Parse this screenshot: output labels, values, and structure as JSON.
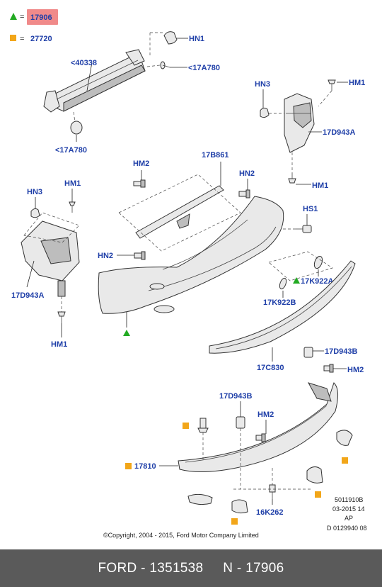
{
  "legend": {
    "triangle_code": "17906",
    "square_code": "27720",
    "equals": "=",
    "triangle_color": "#22aa22",
    "square_color": "#f2a619",
    "highlight_color": "#f08a8a"
  },
  "labels": {
    "hn1": "HN1",
    "l40338": "<40338",
    "l17a780_top": "<17A780",
    "l17a780_bottom": "<17A780",
    "hn3_right": "HN3",
    "hm1_right_top": "HM1",
    "l17d943a_right": "17D943A",
    "hm1_right_bottom": "HM1",
    "hm2_top": "HM2",
    "l17b861": "17B861",
    "hn2_right": "HN2",
    "hn3_left": "HN3",
    "hm1_left_top": "HM1",
    "hs1": "HS1",
    "hn2_left": "HN2",
    "l17k922a": "17K922A",
    "l17k922b": "17K922B",
    "l17d943a_left": "17D943A",
    "hm1_left_bottom": "HM1",
    "l17d943b_right": "17D943B",
    "l17c830": "17C830",
    "hm2_right": "HM2",
    "l17d943b_bottom": "17D943B",
    "hm2_bottom": "HM2",
    "l17810": "17810",
    "l16k262": "16K262"
  },
  "reference": {
    "line1": "5011910B",
    "line2": "03-2015 14",
    "line3": "AP",
    "line4": "D 0129940 08"
  },
  "copyright": "©Copyright, 2004 - 2015, Ford Motor Company Limited",
  "footer": {
    "text": "FORD - 1351538     N - 17906"
  }
}
